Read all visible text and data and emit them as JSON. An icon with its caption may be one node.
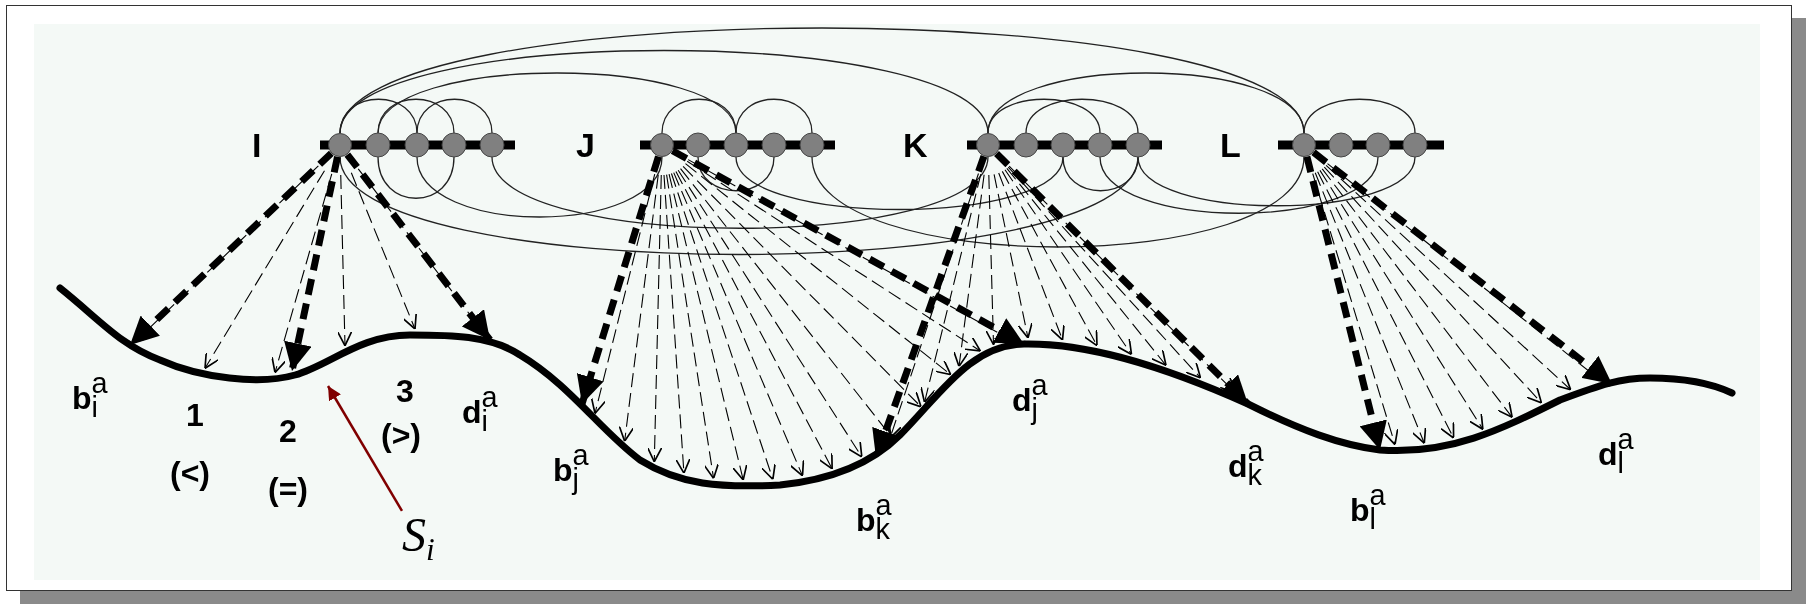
{
  "diagram": {
    "nodes": [
      {
        "text": [],
        "shape": "circle",
        "beside": [
          "I"
        ]
      },
      {
        "text": [],
        "shape": "circle",
        "beside": [
          "J"
        ]
      },
      {
        "text": [],
        "shape": "circle",
        "beside": [
          "K"
        ]
      },
      {
        "text": [],
        "shape": "circle",
        "beside": [
          "L"
        ]
      },
      {
        "text": [
          "S$_{i}$"
        ]
      }
    ],
    "edges": [
      {
        "from": 0,
        "to": null,
        "arrow": "to",
        "style": "dashed"
      },
      {
        "from": 0,
        "to": null,
        "arrow": "to",
        "style": "dashed"
      },
      {
        "from": 0,
        "to": null,
        "arrow": "to",
        "style": "dashed"
      },
      {
        "from": 1,
        "to": null,
        "arrow": "to",
        "style": "dashed"
      },
      {
        "from": 1,
        "to": null,
        "arrow": "to",
        "style": "dashed"
      },
      {
        "from": 2,
        "to": null,
        "arrow": "to",
        "style": "dashed"
      },
      {
        "from": 2,
        "to": null,
        "arrow": "to",
        "style": "dashed"
      },
      {
        "from": 3,
        "to": null,
        "arrow": "to",
        "style": "dashed"
      },
      {
        "from": 3,
        "to": null,
        "arrow": "to",
        "style": "dashed"
      },
      {
        "from": 4,
        "to": null,
        "arrow": "to",
        "color": "#800000"
      }
    ],
    "labels": [
      "b$_{i}$$^{a}$",
      "1",
      "(<)",
      "2",
      "(=)",
      "3",
      "(>)",
      "d$_{i}$$^{a}$",
      "b$_{j}$$^{a}$",
      "d$_{j}$$^{a}$",
      "b$_{k}$$^{a}$",
      "d$_{k}$$^{a}$",
      "b$_{l}$$^{a}$",
      "d$_{l}$$^{a}$"
    ]
  }
}
